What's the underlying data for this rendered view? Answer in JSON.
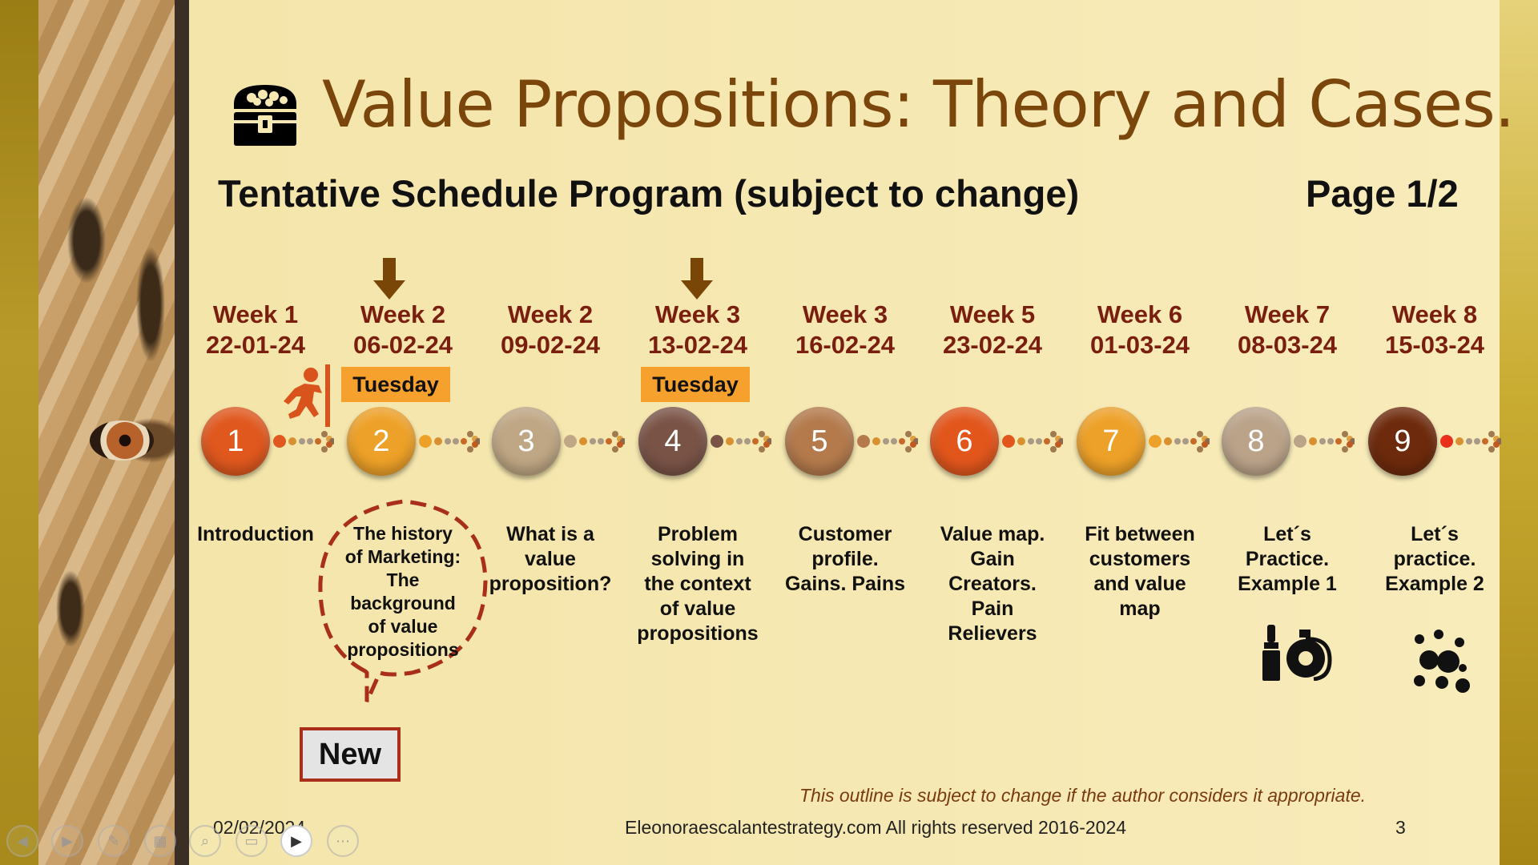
{
  "slide": {
    "title": "Value Propositions: Theory and Cases.",
    "subtitle": "Tentative Schedule Program (subject to change)",
    "page_label": "Page 1/2",
    "note": "This outline is subject to change if the author considers it appropriate.",
    "footer_date": "02/02/2024",
    "footer_copyright": "Eleonoraescalantestrategy.com  All rights reserved 2016-2024",
    "footer_slide_number": "3",
    "new_label": "New",
    "bubble_text": [
      "The history",
      "of Marketing:",
      "The",
      "background",
      "of value",
      "propositions"
    ],
    "tuesday_label": "Tuesday"
  },
  "timeline": [
    {
      "number": "1",
      "week": "Week 1",
      "date": "22-01-24",
      "topic": [
        "Introduction"
      ],
      "color": "#e0581e"
    },
    {
      "number": "2",
      "week": "Week 2",
      "date": "06-02-24",
      "topic": [],
      "color": "#eea128"
    },
    {
      "number": "3",
      "week": "Week 2",
      "date": "09-02-24",
      "topic": [
        "What is a",
        "value",
        "proposition?"
      ],
      "color": "#bfa684"
    },
    {
      "number": "4",
      "week": "Week 3",
      "date": "13-02-24",
      "topic": [
        "Problem",
        "solving in",
        "the context",
        "of value",
        "propositions"
      ],
      "color": "#7a5347"
    },
    {
      "number": "5",
      "week": "Week 3",
      "date": "16-02-24",
      "topic": [
        "Customer",
        "profile.",
        "Gains. Pains"
      ],
      "color": "#b47a4c"
    },
    {
      "number": "6",
      "week": "Week 5",
      "date": "23-02-24",
      "topic": [
        "Value map.",
        "Gain",
        "Creators.",
        "Pain",
        "Relievers"
      ],
      "color": "#e2561c"
    },
    {
      "number": "7",
      "week": "Week 6",
      "date": "01-03-24",
      "topic": [
        "Fit between",
        "customers",
        "and value",
        "map"
      ],
      "color": "#eea128"
    },
    {
      "number": "8",
      "week": "Week 7",
      "date": "08-03-24",
      "topic": [
        "Let´s",
        "Practice.",
        "Example 1"
      ],
      "color": "#bba38a"
    },
    {
      "number": "9",
      "week": "Week 8",
      "date": "15-03-24",
      "topic": [
        "Let´s",
        "practice.",
        "Example 2"
      ],
      "color": "#6e2a0c"
    }
  ],
  "colors": {
    "title": "#7a460c",
    "week_text": "#7a1e10",
    "tuesday_bg": "#f6a02e",
    "bubble_stroke": "#a92f1c"
  },
  "icons": [
    "treasure-chest-icon",
    "arrow-down-icon",
    "runner-icon",
    "lipstick-perfume-icon",
    "balls-icon"
  ],
  "presenter_controls": [
    "previous-icon",
    "next-icon",
    "pen-icon",
    "slides-icon",
    "zoom-icon",
    "subtitles-icon",
    "camera-icon",
    "more-icon"
  ]
}
